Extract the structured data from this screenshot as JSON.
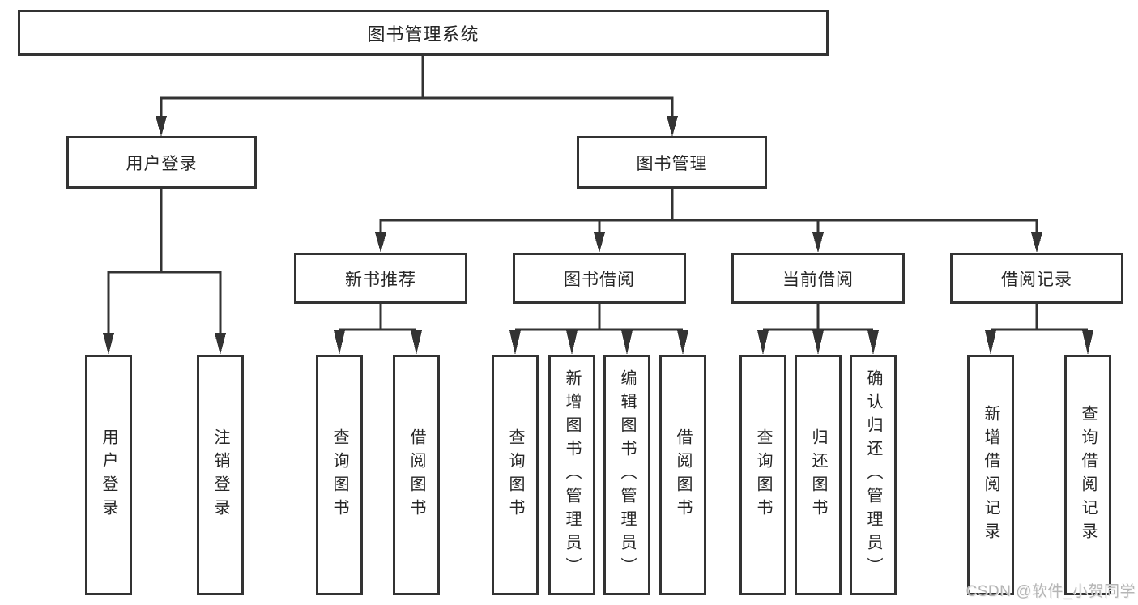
{
  "diagram": {
    "root": "图书管理系统",
    "user_login": {
      "label": "用户登录",
      "children": [
        "用户登录",
        "注销登录"
      ]
    },
    "book_mgmt": {
      "label": "图书管理",
      "sections": [
        {
          "label": "新书推荐",
          "children": [
            "查询图书",
            "借阅图书"
          ]
        },
        {
          "label": "图书借阅",
          "children": [
            "查询图书",
            "新增图书（管理员）",
            "编辑图书（管理员）",
            "借阅图书"
          ]
        },
        {
          "label": "当前借阅",
          "children": [
            "查询图书",
            "归还图书",
            "确认归还（管理员）"
          ]
        },
        {
          "label": "借阅记录",
          "children": [
            "新增借阅记录",
            "查询借阅记录"
          ]
        }
      ]
    }
  },
  "watermark": "CSDN @软件_小贺同学",
  "colors": {
    "line": "#333333",
    "text": "#262626",
    "watermark": "#b5b5b5",
    "background": "#ffffff"
  }
}
